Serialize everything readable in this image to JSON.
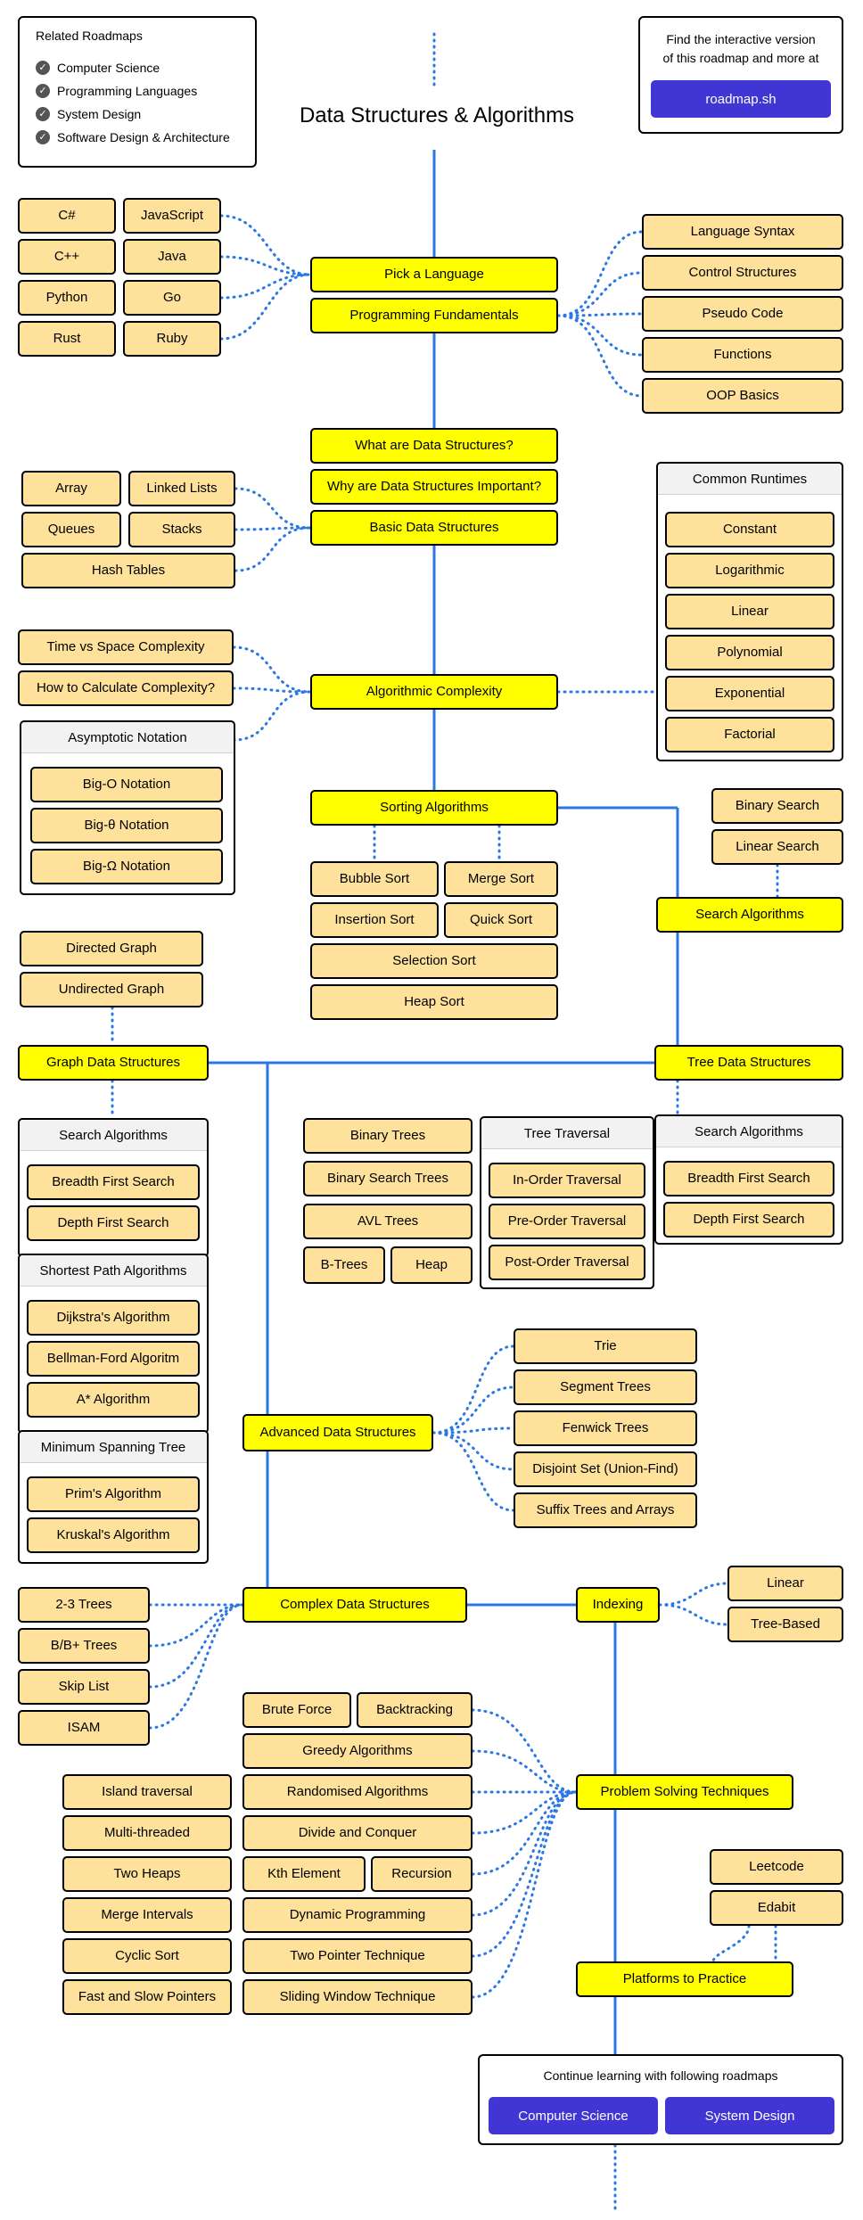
{
  "title": "Data Structures & Algorithms",
  "related": {
    "label": "Related Roadmaps",
    "items": [
      "Computer Science",
      "Programming Languages",
      "System Design",
      "Software Design & Architecture"
    ]
  },
  "promo": {
    "line1": "Find the interactive version",
    "line2": "of this roadmap and more at",
    "button": "roadmap.sh"
  },
  "continue": {
    "label": "Continue learning with following roadmaps",
    "buttons": [
      "Computer Science",
      "System Design"
    ]
  },
  "nodes": {
    "lang_csharp": "C#",
    "lang_js": "JavaScript",
    "lang_cpp": "C++",
    "lang_java": "Java",
    "lang_python": "Python",
    "lang_go": "Go",
    "lang_rust": "Rust",
    "lang_ruby": "Ruby",
    "pick_language": "Pick a Language",
    "programming_fundamentals": "Programming Fundamentals",
    "language_syntax": "Language Syntax",
    "control_structures": "Control Structures",
    "pseudo_code": "Pseudo Code",
    "functions": "Functions",
    "oop_basics": "OOP Basics",
    "what_are_ds": "What are Data Structures?",
    "why_ds_important": "Why are Data Structures Important?",
    "basic_ds": "Basic Data Structures",
    "array": "Array",
    "linked_lists": "Linked Lists",
    "queues": "Queues",
    "stacks": "Stacks",
    "hash_tables": "Hash Tables",
    "common_runtimes": "Common Runtimes",
    "constant": "Constant",
    "logarithmic": "Logarithmic",
    "linear_rt": "Linear",
    "polynomial": "Polynomial",
    "exponential": "Exponential",
    "factorial": "Factorial",
    "time_vs_space": "Time vs Space Complexity",
    "calc_complexity": "How to Calculate Complexity?",
    "asymptotic": "Asymptotic Notation",
    "big_o": "Big-O Notation",
    "big_theta": "Big-θ Notation",
    "big_omega": "Big-Ω Notation",
    "algorithmic_complexity": "Algorithmic Complexity",
    "sorting_algorithms": "Sorting Algorithms",
    "bubble_sort": "Bubble Sort",
    "merge_sort": "Merge Sort",
    "insertion_sort": "Insertion Sort",
    "quick_sort": "Quick Sort",
    "selection_sort": "Selection Sort",
    "heap_sort": "Heap Sort",
    "binary_search": "Binary Search",
    "linear_search": "Linear Search",
    "search_algorithms": "Search Algorithms",
    "directed_graph": "Directed Graph",
    "undirected_graph": "Undirected Graph",
    "graph_ds": "Graph Data Structures",
    "tree_ds": "Tree Data Structures",
    "graph_search": "Search Algorithms",
    "bfs": "Breadth First Search",
    "dfs": "Depth First Search",
    "shortest_path": "Shortest Path Algorithms",
    "dijkstra": "Dijkstra's Algorithm",
    "bellman_ford": "Bellman-Ford Algoritm",
    "a_star": "A* Algorithm",
    "mst": "Minimum Spanning Tree",
    "prim": "Prim's Algorithm",
    "kruskal": "Kruskal's Algorithm",
    "binary_trees": "Binary Trees",
    "bst": "Binary Search Trees",
    "avl": "AVL Trees",
    "b_trees": "B-Trees",
    "heap": "Heap",
    "tree_traversal": "Tree Traversal",
    "in_order": "In-Order Traversal",
    "pre_order": "Pre-Order Traversal",
    "post_order": "Post-Order Traversal",
    "tree_search": "Search Algorithms",
    "tree_bfs": "Breadth First Search",
    "tree_dfs": "Depth First Search",
    "advanced_ds": "Advanced Data Structures",
    "trie": "Trie",
    "segment_trees": "Segment Trees",
    "fenwick_trees": "Fenwick Trees",
    "disjoint_set": "Disjoint Set (Union-Find)",
    "suffix_trees": "Suffix Trees and Arrays",
    "complex_ds": "Complex Data Structures",
    "two_three_trees": "2-3 Trees",
    "bb_trees": "B/B+ Trees",
    "skip_list": "Skip List",
    "isam": "ISAM",
    "indexing": "Indexing",
    "idx_linear": "Linear",
    "idx_tree": "Tree-Based",
    "brute_force": "Brute Force",
    "backtracking": "Backtracking",
    "greedy": "Greedy Algorithms",
    "randomised": "Randomised Algorithms",
    "divide_conquer": "Divide and Conquer",
    "kth_element": "Kth Element",
    "recursion": "Recursion",
    "dynamic_programming": "Dynamic Programming",
    "two_pointer": "Two Pointer Technique",
    "sliding_window": "Sliding Window Technique",
    "island_traversal": "Island traversal",
    "multi_threaded": "Multi-threaded",
    "two_heaps": "Two Heaps",
    "merge_intervals": "Merge Intervals",
    "cyclic_sort": "Cyclic Sort",
    "fast_slow": "Fast and Slow Pointers",
    "problem_solving": "Problem Solving Techniques",
    "leetcode": "Leetcode",
    "edabit": "Edabit",
    "platforms": "Platforms to Practice"
  },
  "colors": {
    "topic": "#ffff00",
    "subtopic": "#fee29b",
    "line": "#2b78e4",
    "button": "#4136d4"
  }
}
